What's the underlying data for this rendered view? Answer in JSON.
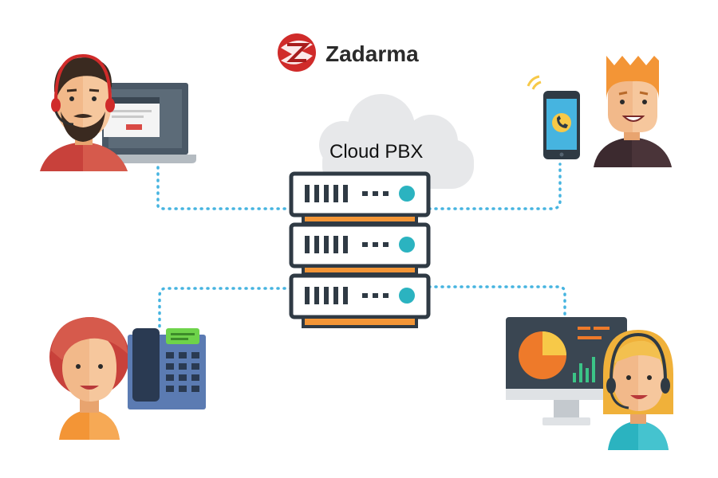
{
  "brand": {
    "name": "Zadarma",
    "logo_color": "#d02b2a"
  },
  "cloud": {
    "label": "Cloud PBX",
    "color": "#e7e8ea"
  },
  "connections": {
    "line_color": "#46b4e0"
  },
  "nodes": [
    {
      "id": "laptop-user",
      "device": "laptop",
      "icon": "laptop-icon"
    },
    {
      "id": "mobile-user",
      "device": "smartphone",
      "icon": "phone-icon"
    },
    {
      "id": "desk-phone-user",
      "device": "desk-phone",
      "icon": "telephone-icon"
    },
    {
      "id": "analytics-user",
      "device": "monitor",
      "icon": "chart-icon"
    }
  ],
  "colors": {
    "server_border": "#2f3a44",
    "server_accent": "#f39536",
    "server_light": "#2bb3c0",
    "phone_app": "#f7c948"
  }
}
